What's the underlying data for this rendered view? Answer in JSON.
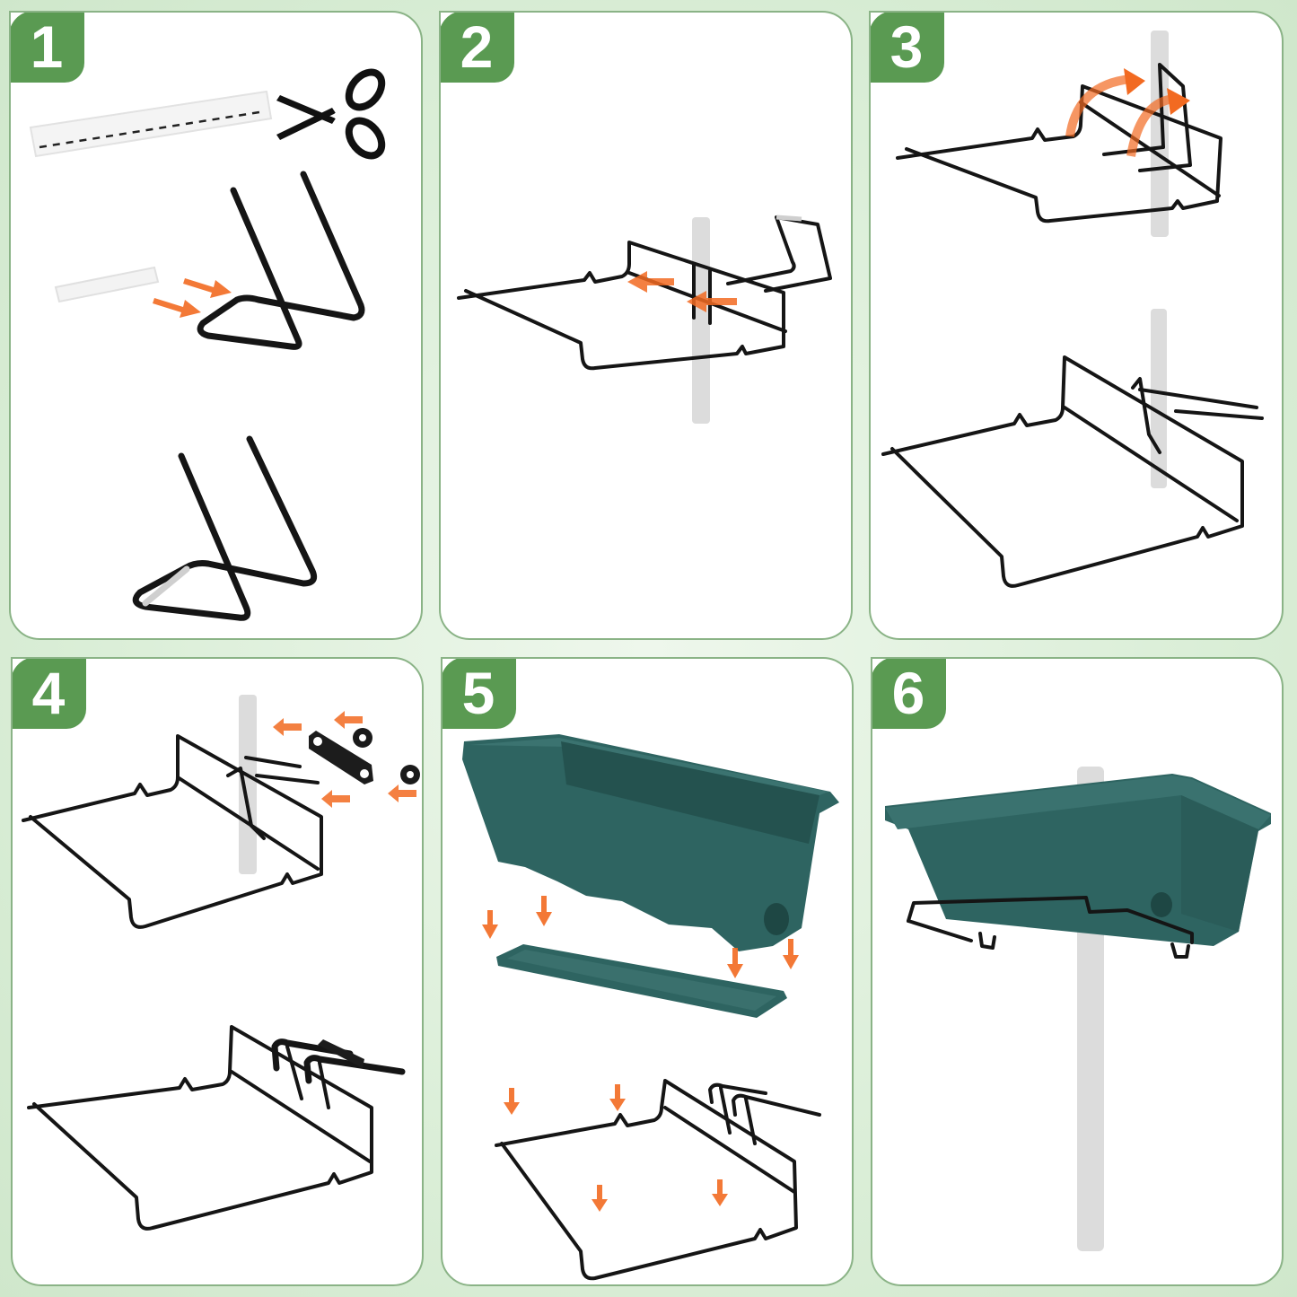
{
  "colors": {
    "badge": "#5a9a52",
    "panel_border": "#8ab386",
    "background": "#d7ecd5",
    "arrow": "#f26a21",
    "planter": "#2e6461",
    "wire": "#151515"
  },
  "steps": [
    {
      "number": "1",
      "description": "Cut the protective foam strip along the dashed line and slide pieces onto the wire hook base",
      "icons": [
        "foam-strip",
        "scissors-icon",
        "wire-hook",
        "arrow-icon"
      ]
    },
    {
      "number": "2",
      "description": "Slide the hook onto the wire frame against the pole",
      "icons": [
        "wire-frame",
        "pole",
        "arrow-icon"
      ]
    },
    {
      "number": "3",
      "description": "Rotate the hook over the frame so it clamps around the pole",
      "icons": [
        "wire-frame",
        "pole",
        "curved-arrow-icon"
      ]
    },
    {
      "number": "4",
      "description": "Attach the metal clamp plate and tighten with two nuts",
      "icons": [
        "wire-frame",
        "pole",
        "clamp-plate",
        "nut-icon",
        "arrow-icon"
      ]
    },
    {
      "number": "5",
      "description": "Place the tray under the planter and set both onto the frame",
      "icons": [
        "planter",
        "tray",
        "wire-frame",
        "down-arrow-icon"
      ]
    },
    {
      "number": "6",
      "description": "Planter box mounted on the pole",
      "icons": [
        "planter",
        "pole",
        "wire-frame"
      ]
    }
  ]
}
